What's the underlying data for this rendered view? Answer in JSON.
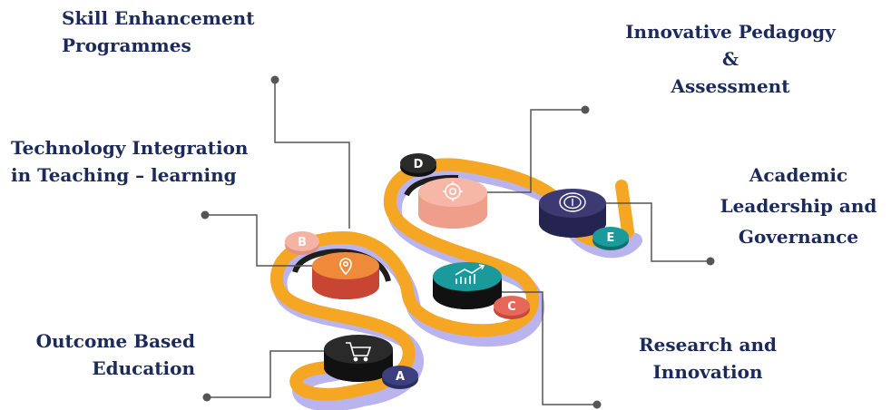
{
  "colors": {
    "text": "#1b2a5b",
    "track_orange": "#f5a623",
    "track_lavender": "#b9b4ee",
    "connector": "#555555",
    "disc_salmon": "#f4a998",
    "disc_navy": "#3d3a73",
    "disc_red": "#e85a44",
    "disc_teal": "#1a9a9a",
    "disc_black": "#1e1e1e"
  },
  "labels": {
    "skill": {
      "line1": "Skill  Enhancement",
      "line2": "Programmes"
    },
    "tech": {
      "line1": "Technology Integration",
      "line2": "in Teaching – learning"
    },
    "obe": {
      "line1": "Outcome Based",
      "line2": "Education"
    },
    "pedagogy": {
      "line1": "Innovative Pedagogy",
      "line2": "&",
      "line3": "Assessment"
    },
    "leadership": {
      "line1": "Academic",
      "line2": "Leadership and",
      "line3": "Governance"
    },
    "research": {
      "line1": "Research and",
      "line2": "Innovation"
    }
  },
  "badges": {
    "a": {
      "letter": "A",
      "icon": "cart-icon"
    },
    "b": {
      "letter": "B",
      "icon": "location-pin-icon"
    },
    "c": {
      "letter": "C",
      "icon": "chart-growth-icon"
    },
    "d": {
      "letter": "D",
      "icon": "gear-icon"
    },
    "e": {
      "letter": "E",
      "icon": "coin-icon"
    }
  }
}
